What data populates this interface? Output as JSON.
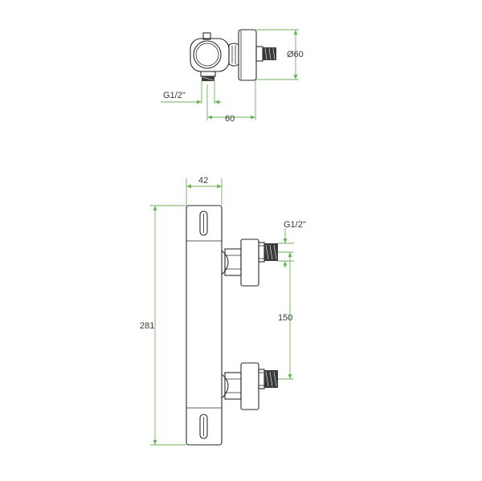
{
  "drawing": {
    "dimension_color": "#6db35a",
    "line_color": "#2a2a2a",
    "top_view": {
      "thread_label": "G1/2\"",
      "depth_label": "60",
      "diameter_label": "Ø60"
    },
    "front_view": {
      "width_label": "42",
      "height_label": "281",
      "thread_label": "G1/2\"",
      "spacing_label": "150"
    }
  }
}
